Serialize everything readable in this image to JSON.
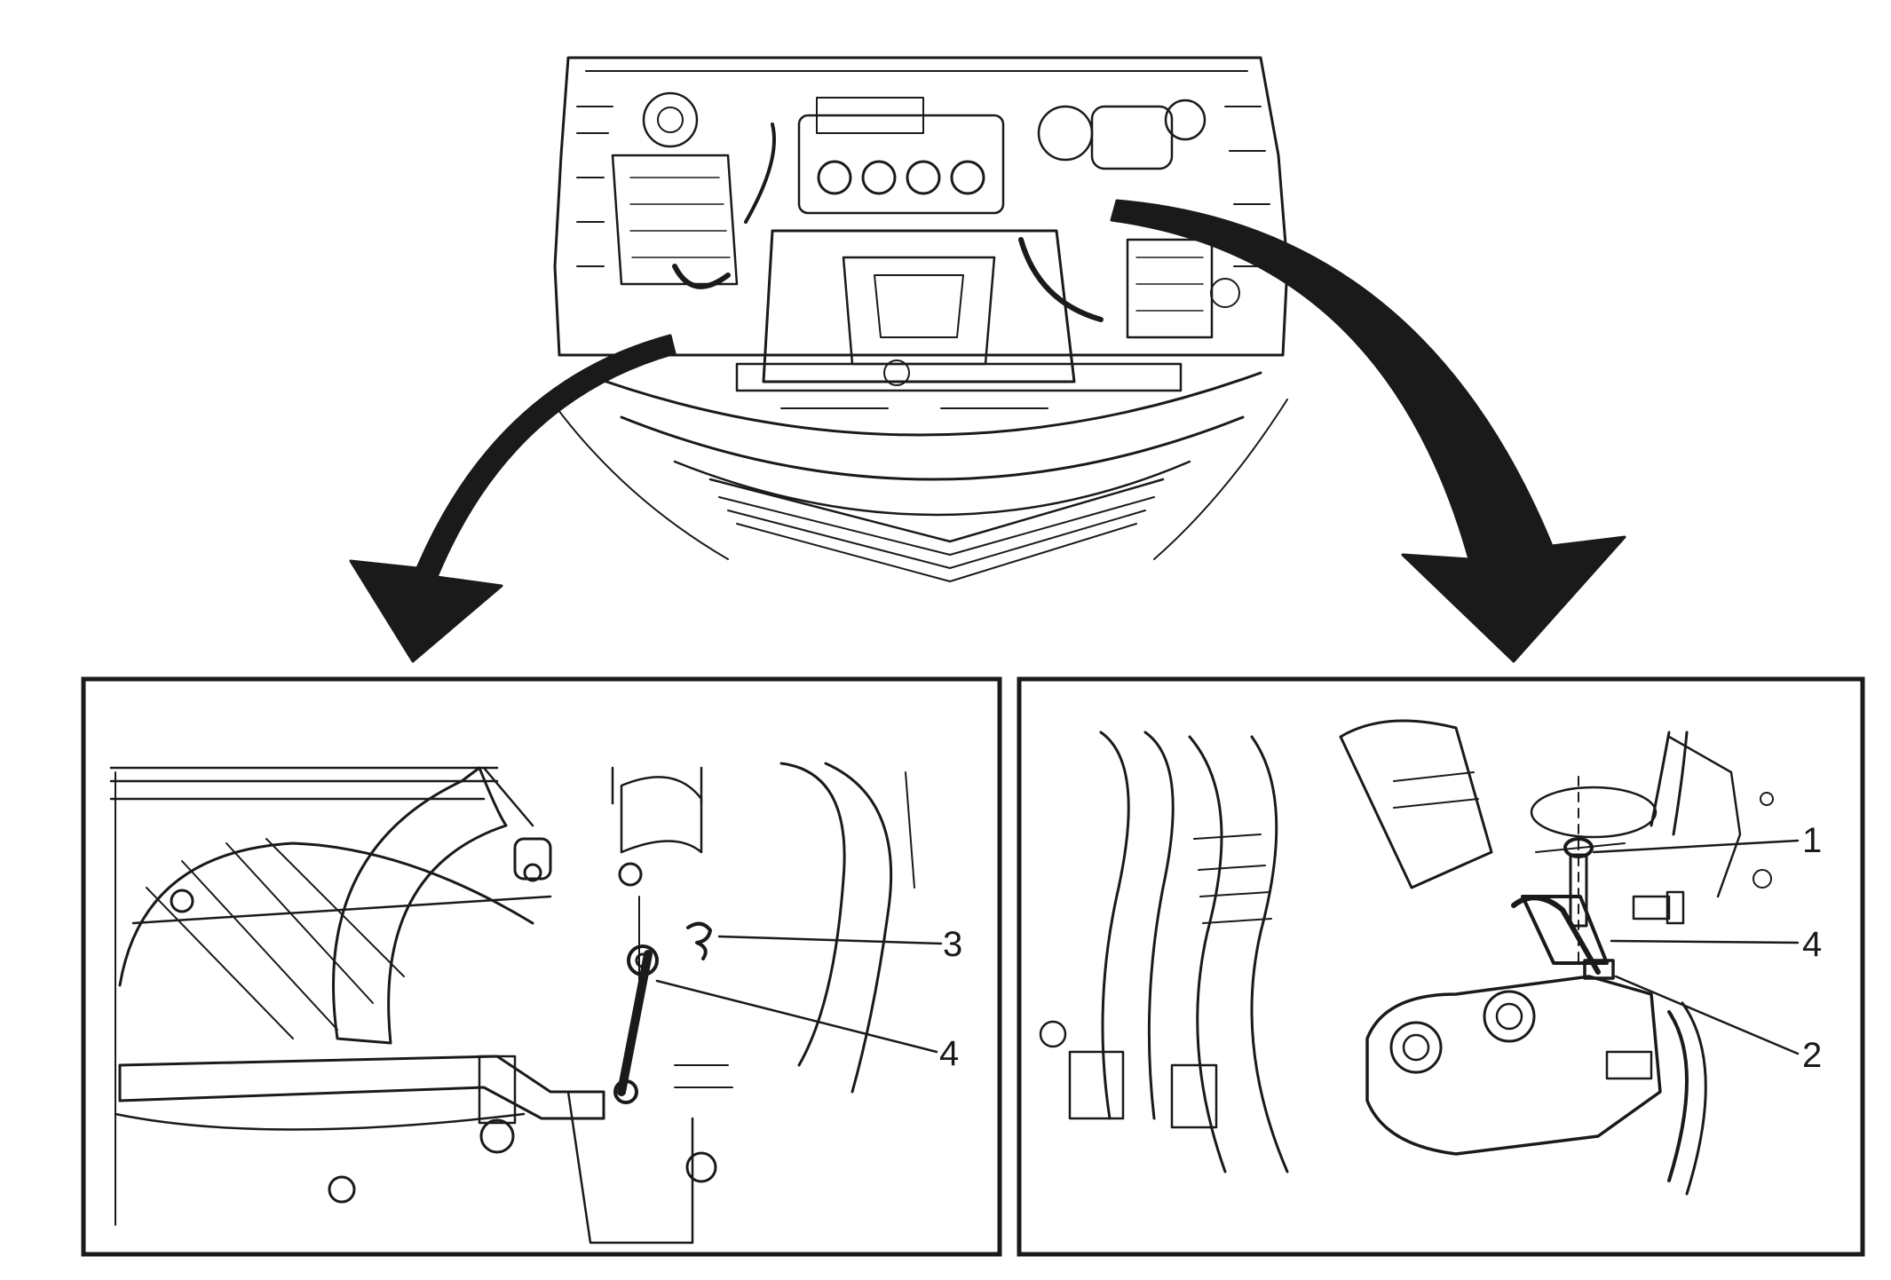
{
  "figure": {
    "overview": "engine-compartment-overview",
    "left_detail": {
      "callouts": [
        {
          "id": "callout-3",
          "label": "3"
        },
        {
          "id": "callout-4-left",
          "label": "4"
        }
      ]
    },
    "right_detail": {
      "callouts": [
        {
          "id": "callout-1",
          "label": "1"
        },
        {
          "id": "callout-4-right",
          "label": "4"
        },
        {
          "id": "callout-2",
          "label": "2"
        }
      ]
    }
  },
  "colors": {
    "ink": "#1a1a1a",
    "paper": "#ffffff"
  }
}
